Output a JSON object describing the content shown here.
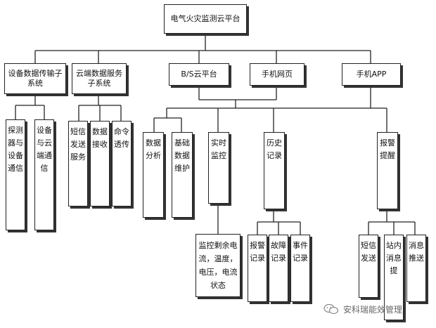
{
  "nodes": {
    "root": "电气火灾监测云平台",
    "device_transfer": "设备数据传输子系统",
    "cloud_service": "云端数据服务子系统",
    "bs_platform": "B/S云平台",
    "mobile_web": "手机网页",
    "mobile_app": "手机APP",
    "detector_comm": "探测器与设备通信",
    "device_cloud_comm": "设备与云端通信",
    "sms_send_service": "短信发送服务",
    "data_receive": "数据接收",
    "command_passthrough": "命令透传",
    "data_analysis": "数据分析",
    "basic_data_maint": "基础数据维护",
    "realtime_monitor": "实时监控",
    "history_record": "历史记录",
    "alarm_reminder": "报警提醒",
    "monitor_detail": "监控剩余电流，温度，电压，电流状态",
    "alarm_record": "报警记录",
    "fault_record": "故障记录",
    "event_record": "事件记录",
    "sms_send": "短信发送",
    "site_message": "站内消息提",
    "message_push": "消息推送"
  },
  "watermark": "安科瑞能效管理"
}
